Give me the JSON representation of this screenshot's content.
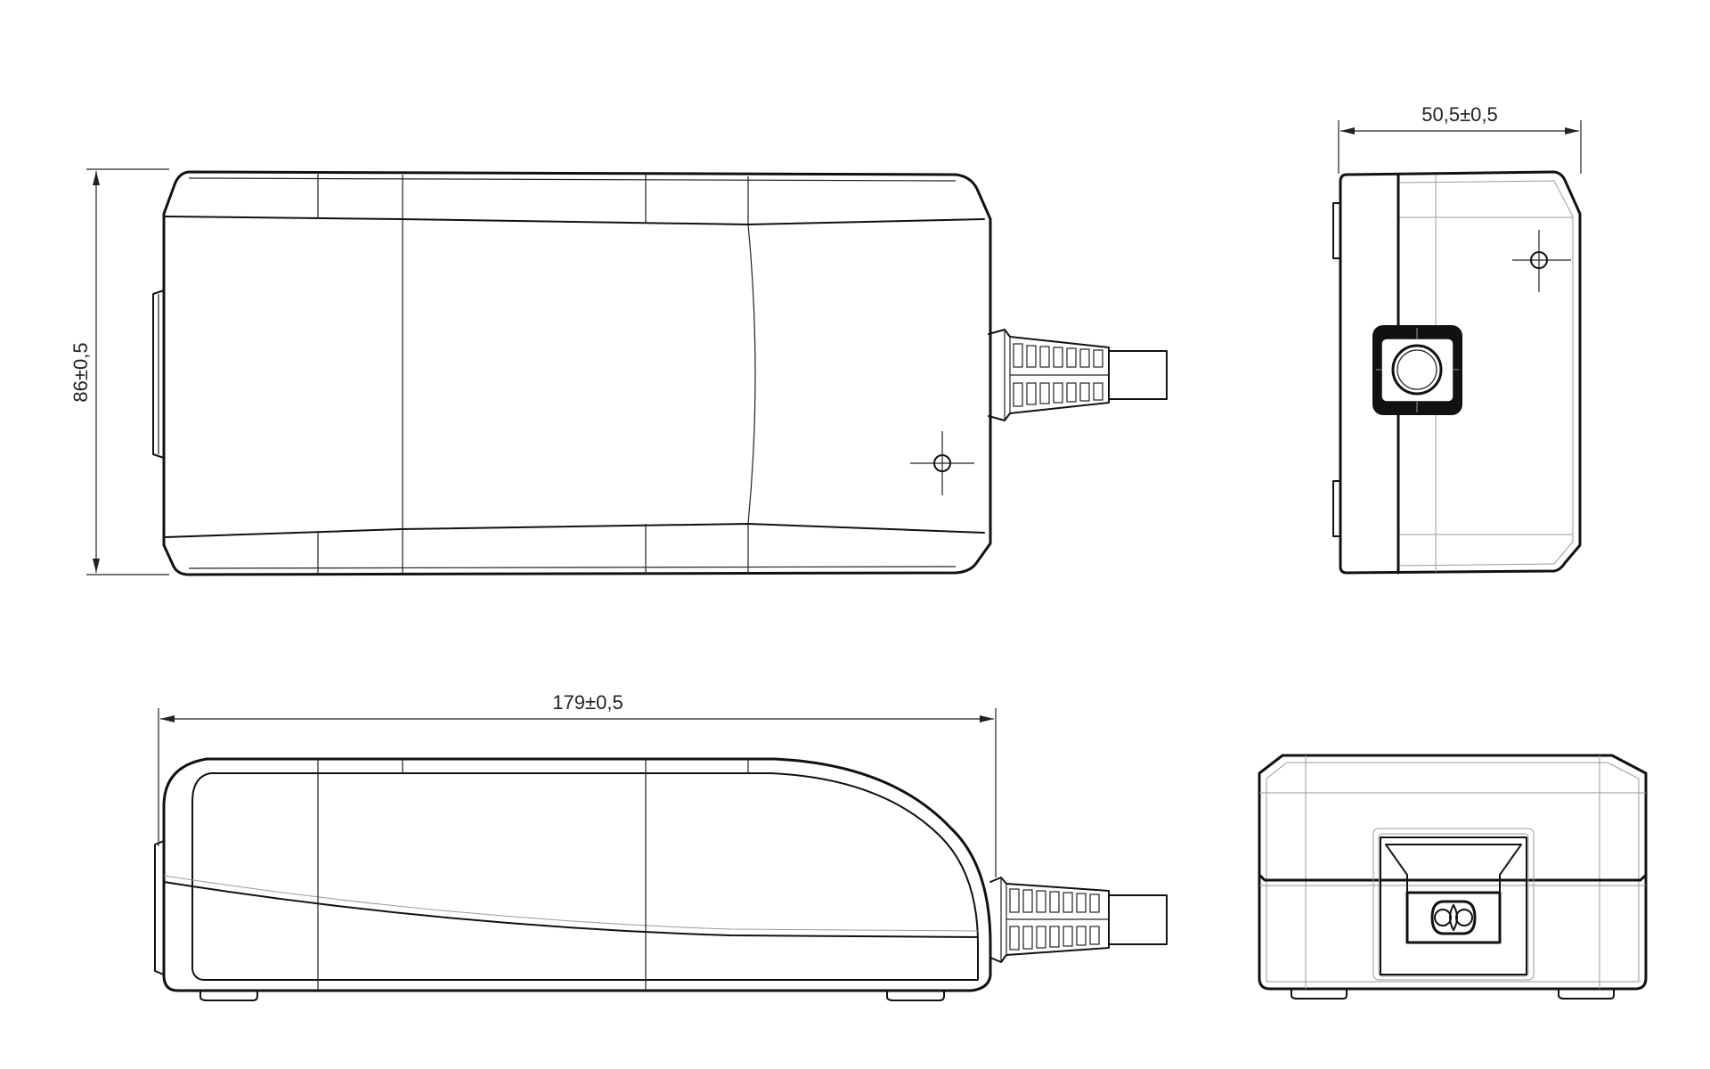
{
  "dimensions": {
    "width": "50,5±0,5",
    "height": "86±0,5",
    "length": "179±0,5"
  },
  "views": {
    "top": "top-view",
    "end": "end-view-dc-output",
    "side": "side-view",
    "front": "front-view-ac-inlet"
  },
  "colors": {
    "line": "#111111",
    "faint": "#9a9a9a",
    "dc_socket_fill": "#111111",
    "background": "#ffffff"
  }
}
